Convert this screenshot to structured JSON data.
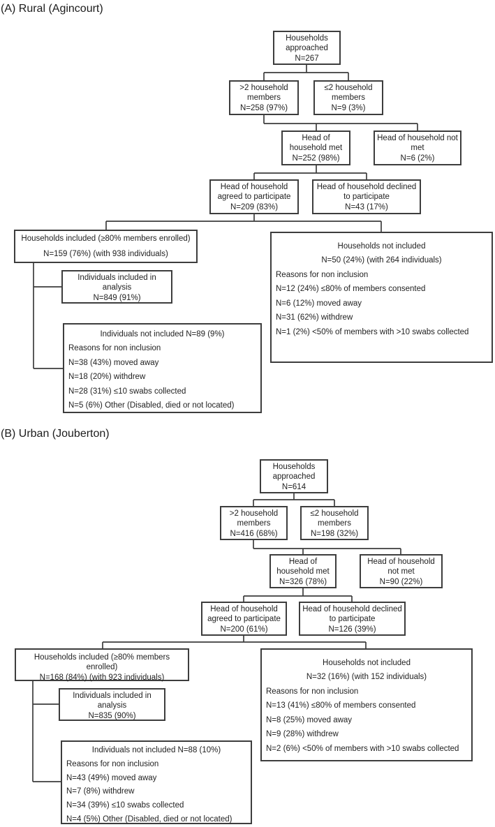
{
  "panels": {
    "a": {
      "title": "(A) Rural (Agincourt)",
      "boxes": {
        "approached": {
          "label": "Households approached",
          "value": "N=267"
        },
        "gt2_members": {
          "label": ">2 household members",
          "value": "N=258 (97%)"
        },
        "le2_members": {
          "label": "≤2 household members",
          "value": "N=9 (3%)"
        },
        "hoh_met": {
          "label": "Head of household met",
          "value": "N=252 (98%)"
        },
        "hoh_not_met": {
          "label": "Head of household not met",
          "value": "N=6 (2%)"
        },
        "hoh_agreed": {
          "label": "Head of household agreed to participate",
          "value": "N=209 (83%)"
        },
        "hoh_declined": {
          "label": "Head of household declined to participate",
          "value": "N=43 (17%)"
        },
        "households_included": {
          "label": "Households included (≥80% members enrolled)",
          "value": "N=159 (76%) (with 938 individuals)"
        },
        "individuals_included": {
          "label": "Individuals included in analysis",
          "value": "N=849 (91%)"
        },
        "individuals_not_included": {
          "header": "Individuals not included N=89 (9%)",
          "reasons_title": "Reasons for non inclusion",
          "reasons": [
            "N=38 (43%) moved away",
            "N=18 (20%) withdrew",
            "N=28 (31%) ≤10 swabs collected",
            "N=5 (6%) Other (Disabled, died or not located)"
          ]
        },
        "households_not_included": {
          "header": "Households not included",
          "subheader": "N=50 (24%) (with 264 individuals)",
          "reasons_title": "Reasons for non inclusion",
          "reasons": [
            "N=12 (24%) ≤80% of members consented",
            "N=6 (12%) moved away",
            "N=31 (62%) withdrew",
            "N=1 (2%) <50% of members with >10 swabs collected"
          ]
        }
      }
    },
    "b": {
      "title": "(B) Urban (Jouberton)",
      "boxes": {
        "approached": {
          "label": "Households approached",
          "value": "N=614"
        },
        "gt2_members": {
          "label": ">2 household members",
          "value": "N=416 (68%)"
        },
        "le2_members": {
          "label": "≤2 household members",
          "value": "N=198 (32%)"
        },
        "hoh_met": {
          "label": "Head of household met",
          "value": "N=326 (78%)"
        },
        "hoh_not_met": {
          "label": "Head of household not met",
          "value": "N=90 (22%)"
        },
        "hoh_agreed": {
          "label": "Head of household agreed to participate",
          "value": "N=200 (61%)"
        },
        "hoh_declined": {
          "label": "Head of household declined to participate",
          "value": "N=126 (39%)"
        },
        "households_included": {
          "label": "Households included (≥80% members enrolled)",
          "value": "N=168 (84%) (with 923 individuals)"
        },
        "individuals_included": {
          "label": "Individuals included in analysis",
          "value": "N=835 (90%)"
        },
        "individuals_not_included": {
          "header": "Individuals not included N=88 (10%)",
          "reasons_title": "Reasons for non inclusion",
          "reasons": [
            "N=43 (49%) moved away",
            "N=7 (8%) withdrew",
            "N=34 (39%) ≤10 swabs collected",
            "N=4 (5%) Other (Disabled, died or not located)"
          ]
        },
        "households_not_included": {
          "header": "Households not included",
          "subheader": "N=32 (16%) (with 152 individuals)",
          "reasons_title": "Reasons for non inclusion",
          "reasons": [
            "N=13 (41%) ≤80% of members consented",
            "N=8 (25%) moved away",
            "N=9 (28%) withdrew",
            "N=2 (6%) <50% of members with >10 swabs collected"
          ]
        }
      }
    }
  },
  "colors": {
    "line": "#3d3d3d",
    "text": "#222222",
    "background": "#ffffff"
  }
}
